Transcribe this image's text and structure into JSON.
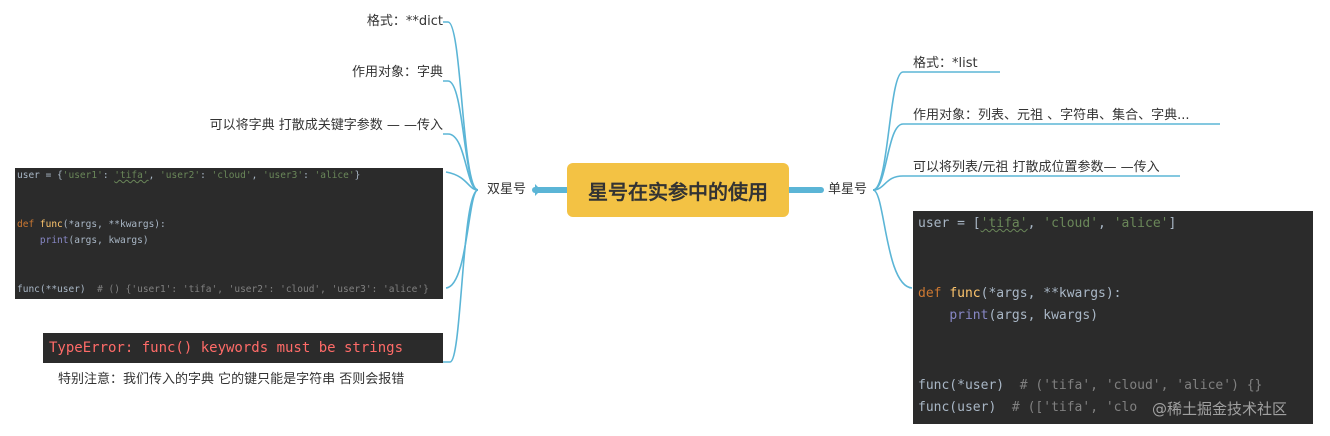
{
  "central": {
    "title": "星号在实参中的使用"
  },
  "left_branch": {
    "label": "双星号",
    "items": {
      "format": "格式：**dict",
      "target": "作用对象：字典",
      "desc": "可以将字典 打散成关键字参数 — —传入",
      "error": "TypeError: func() keywords must be strings",
      "note": "特别注意：我们传入的字典 它的键只能是字符串  否则会报错"
    },
    "code": {
      "l1_a": "user = {",
      "l1_k1": "'user1'",
      "l1_s1": ": ",
      "l1_v1": "'tifa'",
      "l1_s2": ", ",
      "l1_k2": "'user2'",
      "l1_s3": ": ",
      "l1_v2": "'cloud'",
      "l1_s4": ", ",
      "l1_k3": "'user3'",
      "l1_s5": ": ",
      "l1_v3": "'alice'",
      "l1_e": "}",
      "l2_kw": "def ",
      "l2_fn": "func",
      "l2_rest": "(*args, **kwargs):",
      "l3_ind": "    ",
      "l3_bi": "print",
      "l3_rest": "(args, kwargs)",
      "l4_code": "func(**user)",
      "l4_cmt": "  # () {'user1': 'tifa', 'user2': 'cloud', 'user3': 'alice'}"
    }
  },
  "right_branch": {
    "label": "单星号",
    "items": {
      "format": "格式：*list",
      "target": "作用对象：列表、元祖 、字符串、集合、字典...",
      "desc": "可以将列表/元祖 打散成位置参数— —传入"
    },
    "code": {
      "l1_a": "user = [",
      "l1_v1": "'tifa'",
      "l1_s1": ", ",
      "l1_v2": "'cloud'",
      "l1_s2": ", ",
      "l1_v3": "'alice'",
      "l1_e": "]",
      "l2_kw": "def ",
      "l2_fn": "func",
      "l2_rest": "(*args, **kwargs):",
      "l3_ind": "    ",
      "l3_bi": "print",
      "l3_rest": "(args, kwargs)",
      "l4_code": "func(*user)",
      "l4_cmt": "  # ('tifa', 'cloud', 'alice') {}",
      "l5_code": "func(user)",
      "l5_cmt": "  # (['tifa', 'clo"
    }
  },
  "watermark": "@稀土掘金技术社区",
  "colors": {
    "central_fill": "#f3c244",
    "connector": "#5bb5d6",
    "code_bg": "#2b2b2b",
    "error_text": "#ff6b68"
  }
}
